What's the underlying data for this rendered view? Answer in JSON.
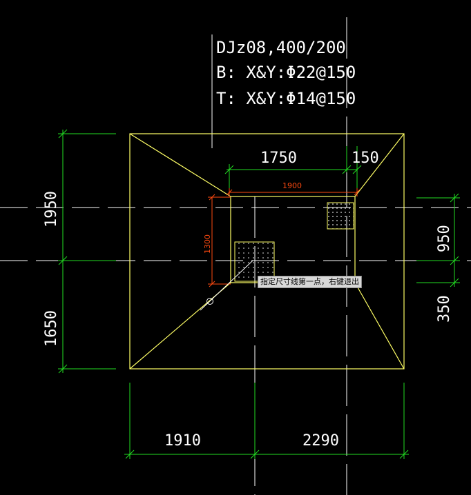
{
  "annotation": {
    "line1": "DJz08,400/200",
    "line2": "B: X&Y:Φ22@150",
    "line3": "T: X&Y:Φ14@150"
  },
  "dimensions": {
    "top_left": "1750",
    "top_right": "150",
    "red_width": "1900",
    "red_height": "1300",
    "left_top": "1950",
    "left_bottom": "1650",
    "right_top": "950",
    "right_bottom": "350",
    "bottom_left": "1910",
    "bottom_right": "2290"
  },
  "tooltip": "指定尺寸线第一点，右键退出",
  "colors": {
    "background": "#000000",
    "outline": "#ffff66",
    "dimension": "#22dd22",
    "red_dimension": "#ff4a10",
    "axis": "#ffffff"
  }
}
